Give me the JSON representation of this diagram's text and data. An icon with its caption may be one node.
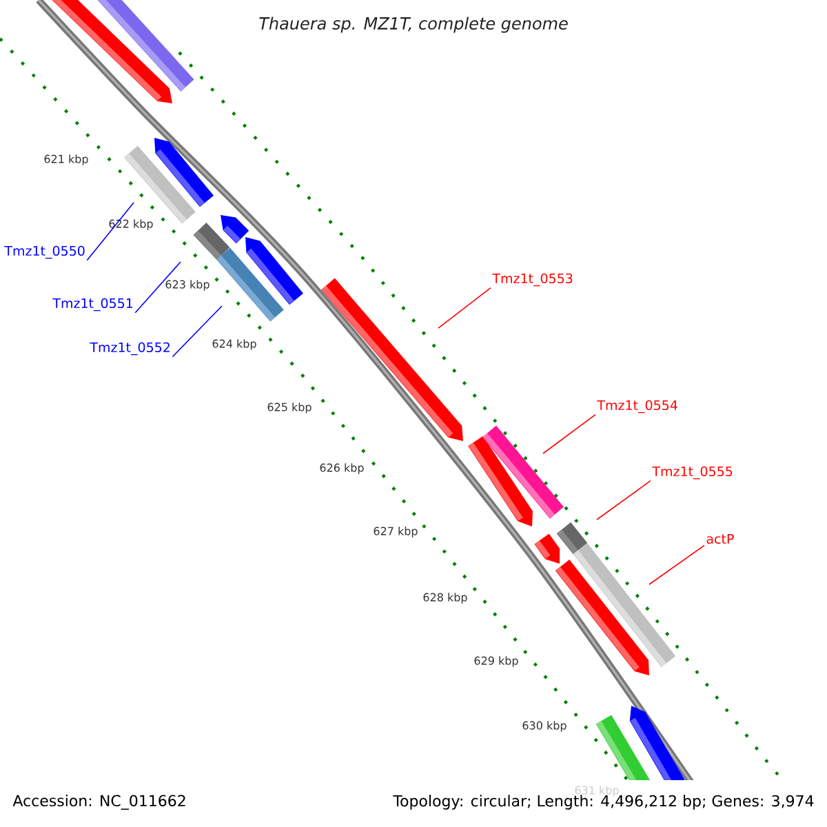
{
  "diagram": {
    "title": "Thauera sp. MZ1T, complete genome",
    "nodes": [
      {
        "text": [
          "Tmz1t_0550"
        ]
      },
      {
        "text": [
          "Tmz1t_0551"
        ]
      },
      {
        "text": [
          "Tmz1t_0552"
        ]
      },
      {
        "text": [
          "Tmz1t_0553"
        ]
      },
      {
        "text": [
          "Tmz1t_0554"
        ]
      },
      {
        "text": [
          "Tmz1t_0555"
        ]
      },
      {
        "text": [
          "actP"
        ]
      }
    ],
    "edges": [
      {
        "from": 0,
        "to": null,
        "arrow": "none",
        "color": "#0000ff"
      },
      {
        "from": 1,
        "to": null,
        "arrow": "none",
        "color": "#0000ff"
      },
      {
        "from": 2,
        "to": null,
        "arrow": "none",
        "color": "#0000ff"
      },
      {
        "from": 3,
        "to": null,
        "arrow": "none"
      },
      {
        "from": 4,
        "to": null,
        "arrow": "none"
      },
      {
        "from": 5,
        "to": null,
        "arrow": "none"
      },
      {
        "from": 6,
        "to": null,
        "arrow": "none"
      }
    ],
    "labels": [
      "621 kbp",
      "622 kbp",
      "623 kbp",
      "624 kbp",
      "625 kbp",
      "626 kbp",
      "627 kbp",
      "628 kbp",
      "629 kbp",
      "630 kbp",
      "631 kbp",
      "Accession: NC_011662",
      "Topology: circular; Length: 4,496,212 bp; Genes: 3,974"
    ]
  }
}
